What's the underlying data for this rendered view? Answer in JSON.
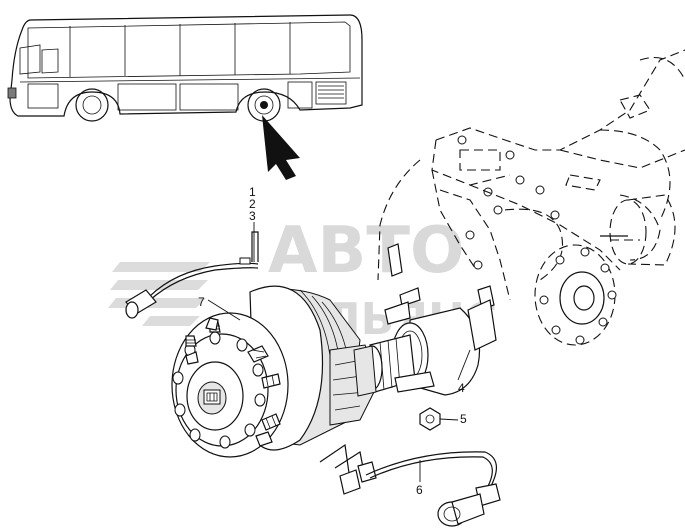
{
  "watermark": {
    "line1": "АВТО",
    "line2": "АЛЬЯНС"
  },
  "callouts": [
    {
      "id": "1",
      "text": "1"
    },
    {
      "id": "2",
      "text": "2"
    },
    {
      "id": "3",
      "text": "3"
    },
    {
      "id": "4",
      "text": "4"
    },
    {
      "id": "5",
      "text": "5"
    },
    {
      "id": "6",
      "text": "6"
    },
    {
      "id": "7",
      "text": "7"
    }
  ]
}
